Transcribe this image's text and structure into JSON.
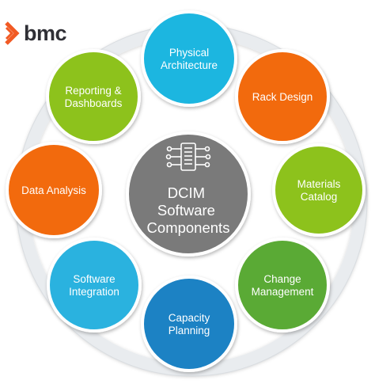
{
  "brand": {
    "name": "bmc",
    "color": "#f15a24"
  },
  "center": {
    "lines": [
      "DCIM",
      "Software",
      "Components"
    ],
    "icon": "server-circuit-icon",
    "color": "#7a7a7a"
  },
  "nodes": [
    {
      "id": "physical-architecture",
      "lines": [
        "Physical",
        "Architecture"
      ],
      "color": "#1fb6e0"
    },
    {
      "id": "rack-design",
      "lines": [
        "Rack Design"
      ],
      "color": "#f26a0f"
    },
    {
      "id": "materials-catalog",
      "lines": [
        "Materials",
        "Catalog"
      ],
      "color": "#8dc21f"
    },
    {
      "id": "change-management",
      "lines": [
        "Change",
        "Management"
      ],
      "color": "#5aaa34"
    },
    {
      "id": "capacity-planning",
      "lines": [
        "Capacity",
        "Planning"
      ],
      "color": "#1a82c4"
    },
    {
      "id": "software-integration",
      "lines": [
        "Software",
        "Integration"
      ],
      "color": "#29b2df"
    },
    {
      "id": "data-analysis",
      "lines": [
        "Data Analysis"
      ],
      "color": "#f26a0f"
    },
    {
      "id": "reporting-dashboards",
      "lines": [
        "Reporting &",
        "Dashboards"
      ],
      "color": "#8dc21f"
    }
  ],
  "ring_color": "#e9ecef"
}
